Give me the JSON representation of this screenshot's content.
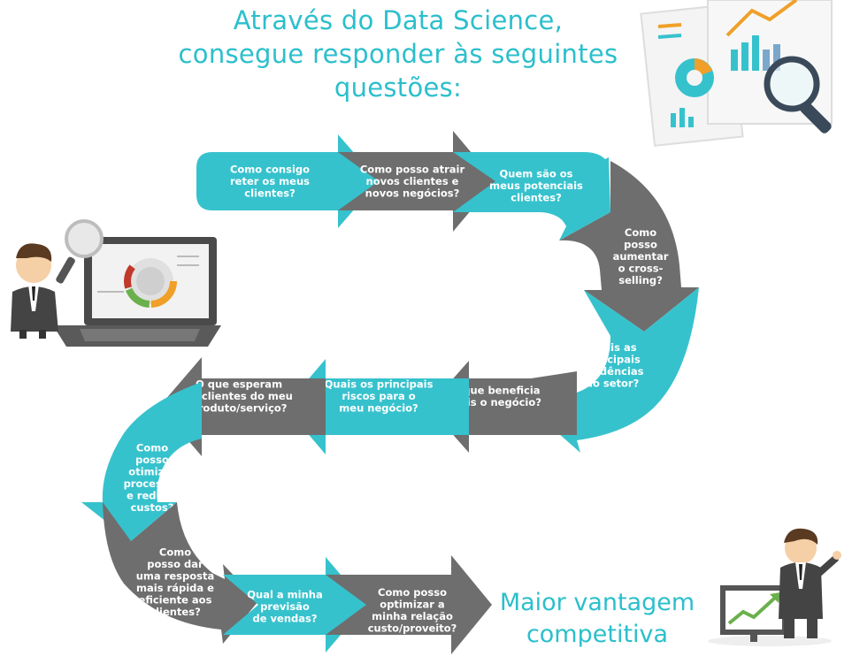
{
  "title": {
    "line1": "Através do Data Science,",
    "line2": "consegue responder às seguintes",
    "line3": "questões:"
  },
  "footer": {
    "line1": "Maior vantagem",
    "line2": "competitiva"
  },
  "colors": {
    "teal": "#36c2cd",
    "gray": "#6e6e6e",
    "title": "#2bbfcc"
  },
  "steps": [
    {
      "id": "q1",
      "color": "teal",
      "lines": [
        "Como consigo",
        "reter os meus",
        "clientes?"
      ]
    },
    {
      "id": "q2",
      "color": "gray",
      "lines": [
        "Como posso atrair",
        "novos clientes e",
        "novos negócios?"
      ]
    },
    {
      "id": "q3",
      "color": "teal",
      "lines": [
        "Quem são os",
        "meus potenciais",
        "clientes?"
      ]
    },
    {
      "id": "q4",
      "color": "gray",
      "lines": [
        "Como",
        "posso",
        "aumentar",
        "o cross-",
        "selling?"
      ]
    },
    {
      "id": "q5",
      "color": "teal",
      "lines": [
        "Quais as",
        "principais",
        "tendências",
        "do setor?"
      ]
    },
    {
      "id": "q6",
      "color": "gray",
      "lines": [
        "O que beneficia",
        "mais o negócio?"
      ]
    },
    {
      "id": "q7",
      "color": "teal",
      "lines": [
        "Quais os principais",
        "riscos para o",
        "meu negócio?"
      ]
    },
    {
      "id": "q8",
      "color": "gray",
      "lines": [
        "O que esperam",
        "os clientes do meu",
        "produto/serviço?"
      ]
    },
    {
      "id": "q9",
      "color": "teal",
      "lines": [
        "Como",
        "posso",
        "otimizar",
        "processos",
        "e reduzir",
        "custos?"
      ]
    },
    {
      "id": "q10",
      "color": "gray",
      "lines": [
        "Como",
        "posso dar",
        "uma resposta",
        "mais rápida e",
        "eficiente aos",
        "clientes?"
      ]
    },
    {
      "id": "q11",
      "color": "teal",
      "lines": [
        "Qual a minha",
        "previsão",
        "de vendas?"
      ]
    },
    {
      "id": "q12",
      "color": "gray",
      "lines": [
        "Como posso",
        "optimizar a",
        "minha relação",
        "custo/proveito?"
      ]
    }
  ],
  "icons": {
    "left_figure": "businessman-with-laptop-icon",
    "top_right": "report-magnifier-icon",
    "bottom_right": "businessman-growth-chart-icon"
  }
}
